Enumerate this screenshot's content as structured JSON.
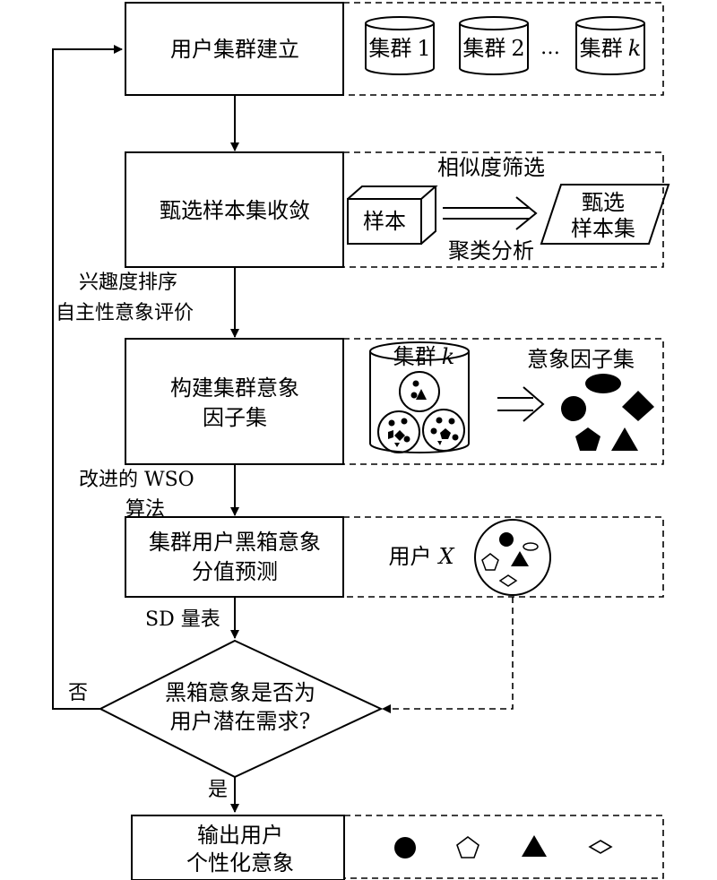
{
  "steps": {
    "s1": "用户集群建立",
    "s2": "甄选样本集收敛",
    "s3_l1": "构建集群意象",
    "s3_l2": "因子集",
    "s4_l1": "集群用户黑箱意象",
    "s4_l2": "分值预测",
    "s6_l1": "输出用户",
    "s6_l2": "个性化意象"
  },
  "decision": {
    "l1": "黑箱意象是否为",
    "l2": "用户潜在需求?",
    "yes": "是",
    "no": "否"
  },
  "clusters": {
    "c1_text": "集群",
    "c1_num": "1",
    "c2_text": "集群",
    "c2_num": "2",
    "ellipsis": "…",
    "ck_text": "集群",
    "ck_var": "k"
  },
  "sample_panel": {
    "similarity": "相似度筛选",
    "sample": "样本",
    "clustering": "聚类分析",
    "selected_l1": "甄选",
    "selected_l2": "样本集"
  },
  "edge_labels": {
    "interest_sort": "兴趣度排序",
    "self_eval": "自主性意象评价",
    "improved_wso": "改进的 WSO",
    "algorithm": "算法",
    "sd_scale": "SD 量表"
  },
  "factor_panel": {
    "cluster_text": "集群",
    "cluster_var": "k",
    "factor_set": "意象因子集"
  },
  "user_panel": {
    "user_text": "用户",
    "user_var": "X"
  }
}
